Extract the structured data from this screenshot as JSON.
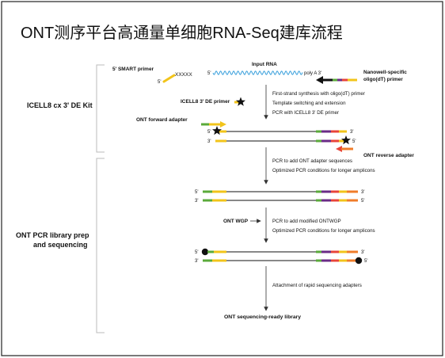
{
  "title": "ONT测序平台高通量单细胞RNA-Seq建库流程",
  "sections": {
    "kit": "ICELL8 cx 3' DE Kit",
    "prep_line1": "ONT PCR library prep",
    "prep_line2": "and sequencing"
  },
  "labels": {
    "smart_primer": "5' SMART primer",
    "smart_5": "5'",
    "smart_x": "XXXXX",
    "input_rna": "Input RNA",
    "rna_5": "5'",
    "polya": "poly A 3'",
    "nanowell_1": "Nanowell-specific",
    "nanowell_2": "oligo(dT) primer",
    "icell_primer": "ICELL8 3' DE primer",
    "ont_forward": "ONT forward adapter",
    "ont_reverse": "ONT reverse adapter",
    "ont_wgp": "ONT WGP",
    "final": "ONT sequencing-ready library"
  },
  "steps": {
    "s1_1": "First-strand synthesis with oligo(dT) primer",
    "s1_2": "Template switching and extension",
    "s1_3": "PCR with ICELL8 3' DE primer",
    "s2_1": "PCR to add ONT adapter sequences",
    "s2_2": "Optimized PCR conditions for longer amplicons",
    "s3_1": "PCR to add modified ONTWGP",
    "s3_2": "Optimized PCR conditions for longer amplicons",
    "s4_1": "Attachment of rapid sequencing adapters"
  },
  "ends": {
    "five": "5'",
    "three": "3'"
  },
  "colors": {
    "green": "#5aaa3a",
    "yellow": "#f2c41a",
    "purple": "#6a2b86",
    "red": "#e8443a",
    "orange": "#f07c2a",
    "rna_blue": "#3aa0dc",
    "bracket": "#bbbbbb"
  }
}
